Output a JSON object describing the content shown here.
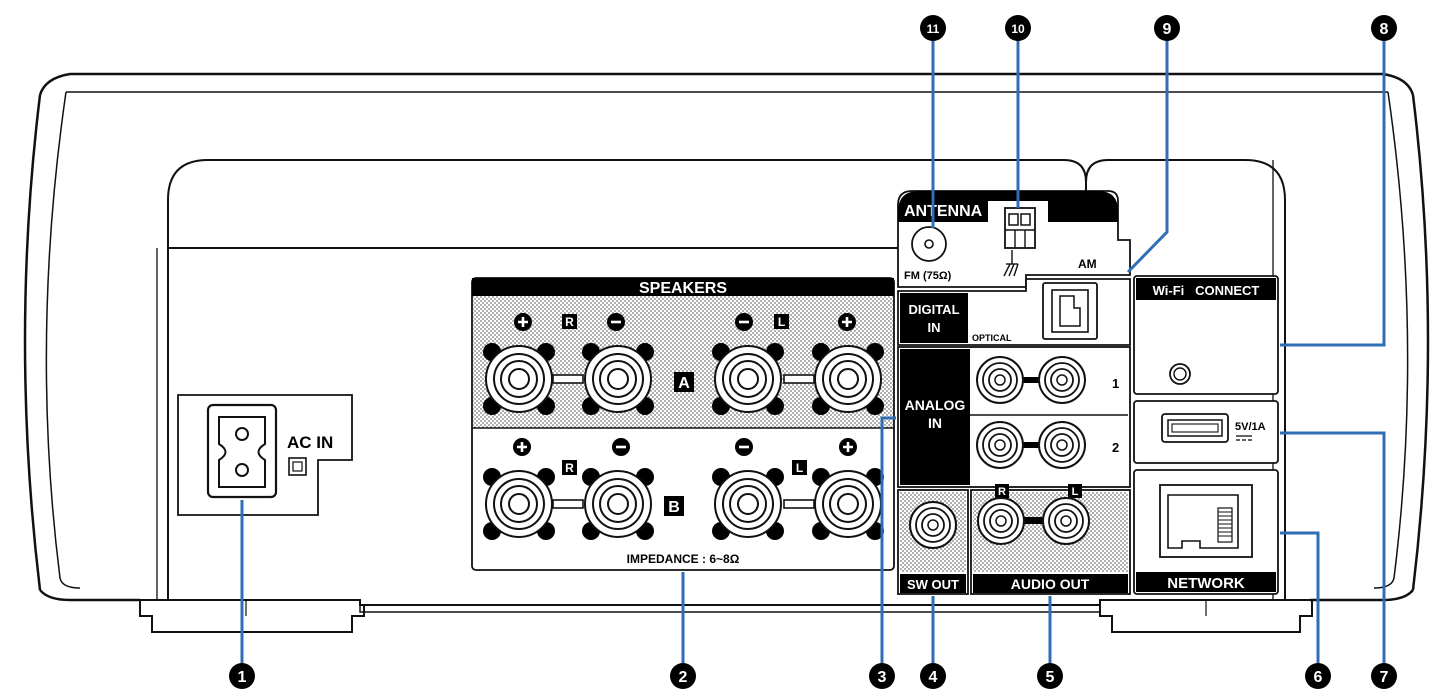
{
  "callouts": [
    {
      "number": "1"
    },
    {
      "number": "2"
    },
    {
      "number": "3"
    },
    {
      "number": "4"
    },
    {
      "number": "5"
    },
    {
      "number": "6"
    },
    {
      "number": "7"
    },
    {
      "number": "8"
    },
    {
      "number": "9"
    },
    {
      "number": "10"
    },
    {
      "number": "11"
    }
  ],
  "labels": {
    "ac_in": "AC IN",
    "speakers": "SPEAKERS",
    "impedance": "IMPEDANCE : 6~8Ω",
    "channel_r": "R",
    "channel_l": "L",
    "row_a": "A",
    "row_b": "B",
    "antenna": "ANTENNA",
    "fm": "FM (75Ω)",
    "am": "AM",
    "digital_in_1": "DIGITAL",
    "digital_in_2": "IN",
    "optical": "OPTICAL",
    "analog_in_1": "ANALOG",
    "analog_in_2": "IN",
    "analog_1": "1",
    "analog_2": "2",
    "sw_out": "SW OUT",
    "audio_out": "AUDIO OUT",
    "wifi_connect": "Wi-Fi   CONNECT",
    "usb_power": "5V/1A",
    "network": "NETWORK"
  },
  "colors": {
    "line": "#111111",
    "callout_line": "#2f6db5",
    "badge_fill": "#000000",
    "badge_text": "#ffffff"
  }
}
